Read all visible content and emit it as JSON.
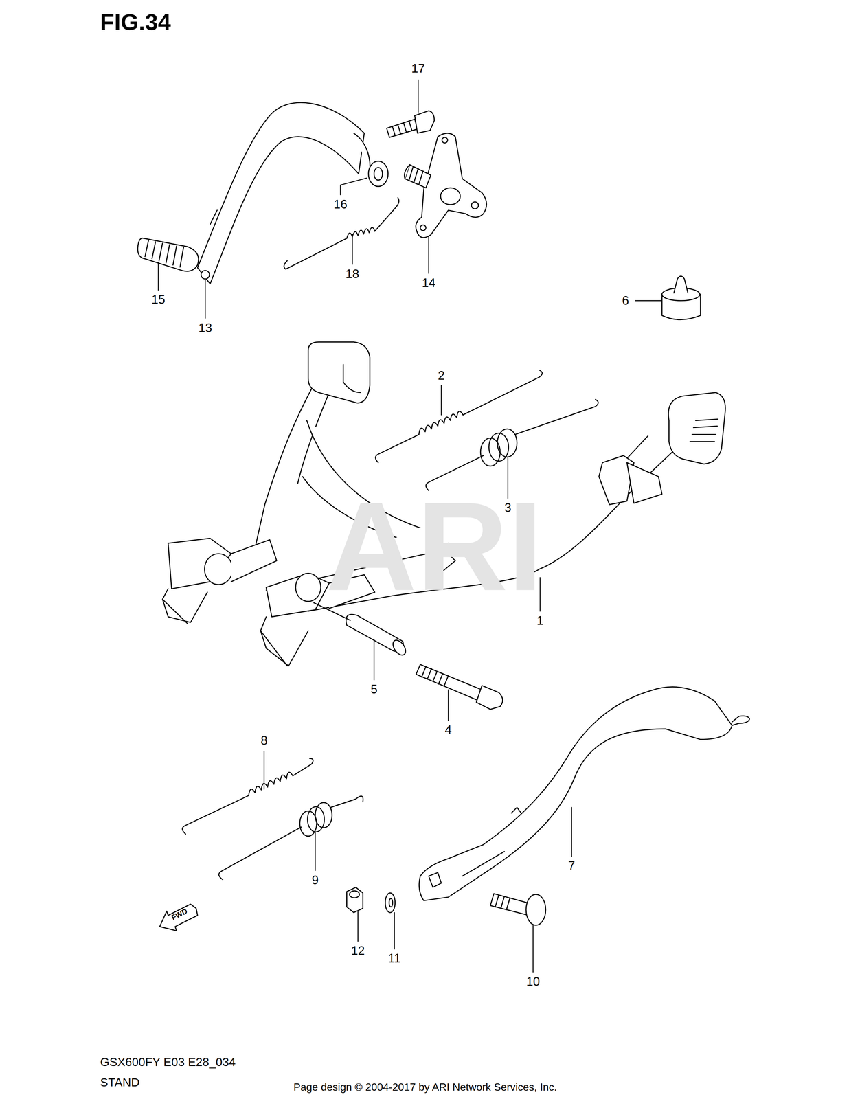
{
  "diagram": {
    "title": "FIG.34",
    "labels": [
      "17",
      "16",
      "18",
      "14",
      "15",
      "13",
      "6",
      "2",
      "3",
      "1",
      "5",
      "4",
      "8",
      "9",
      "12",
      "11",
      "7",
      "10",
      "FWD",
      "ARI",
      "GSX600FY E03 E28_034",
      "STAND",
      "Page design © 2004-2017 by ARI Network Services, Inc."
    ]
  }
}
